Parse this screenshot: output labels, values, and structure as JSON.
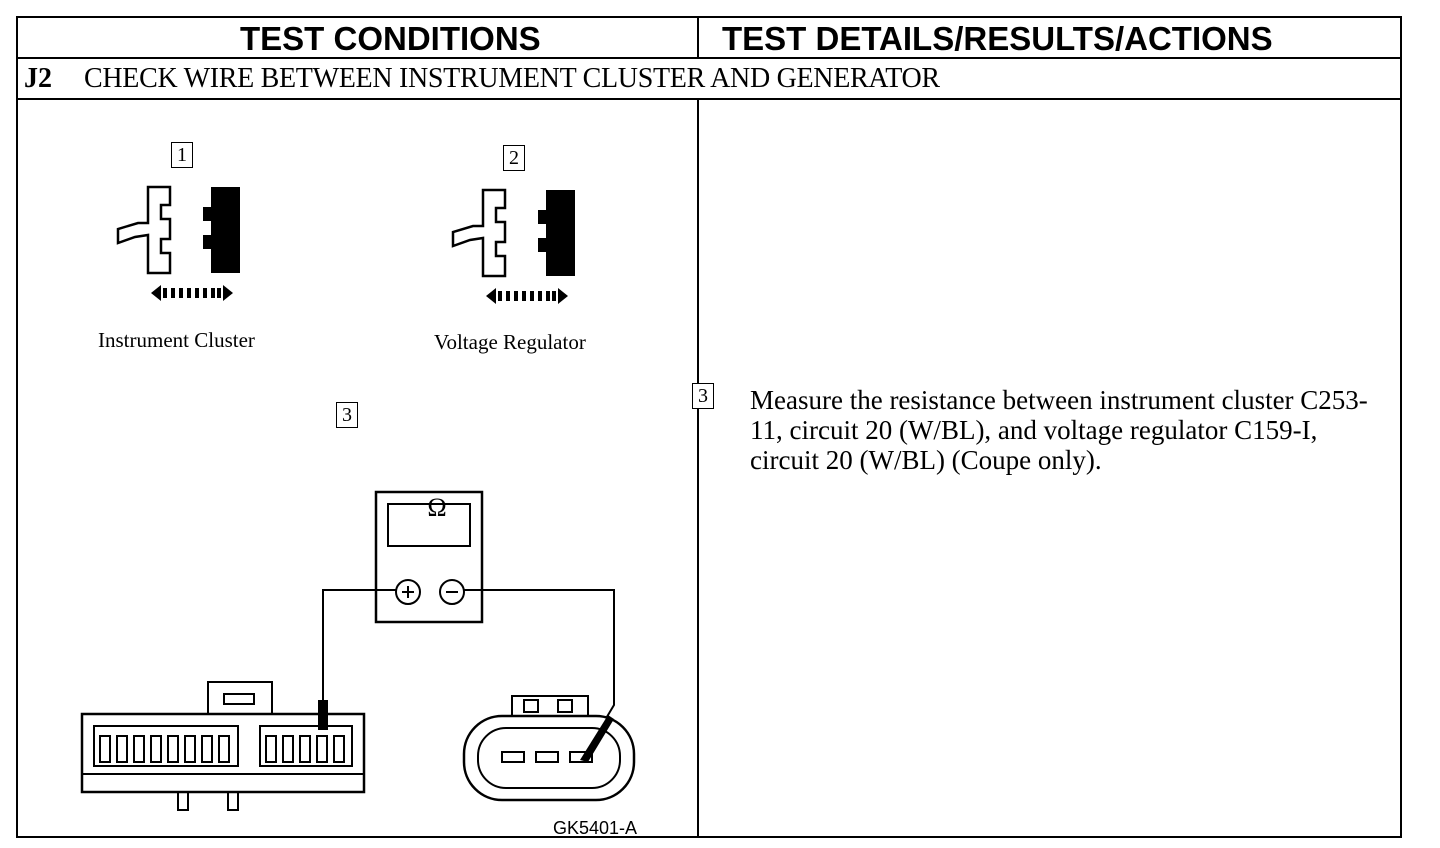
{
  "header": {
    "left": "TEST CONDITIONS",
    "right": "TEST DETAILS/RESULTS/ACTIONS"
  },
  "step": {
    "id": "J2",
    "title": "CHECK WIRE BETWEEN INSTRUMENT CLUSTER AND GENERATOR"
  },
  "figure": {
    "labels": {
      "one": "1",
      "two": "2",
      "three": "3"
    },
    "captions": {
      "instrument_cluster": "Instrument Cluster",
      "voltage_regulator": "Voltage Regulator"
    },
    "meter_symbol": "Ω",
    "figure_code": "GK5401-A"
  },
  "details": {
    "step_number": "3",
    "text": "Measure the resistance between instrument cluster C253-11, circuit 20 (W/BL), and voltage regulator C159-I, circuit 20 (W/BL) (Coupe only)."
  }
}
